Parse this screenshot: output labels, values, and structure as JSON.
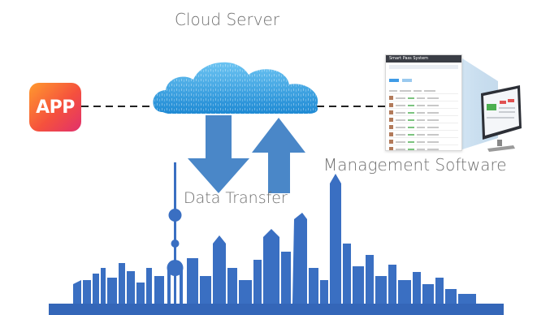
{
  "cloud": {
    "title": "Cloud Server"
  },
  "app": {
    "label": "APP"
  },
  "management": {
    "label": "Management Software",
    "screen_title": "Smart Pass System"
  },
  "transfer": {
    "label": "Data Transfer"
  },
  "colors": {
    "cloud": "#2f9fe0",
    "arrow": "#4a87c8",
    "skyline": "#3a6fc2",
    "label": "#6f6f6f"
  }
}
